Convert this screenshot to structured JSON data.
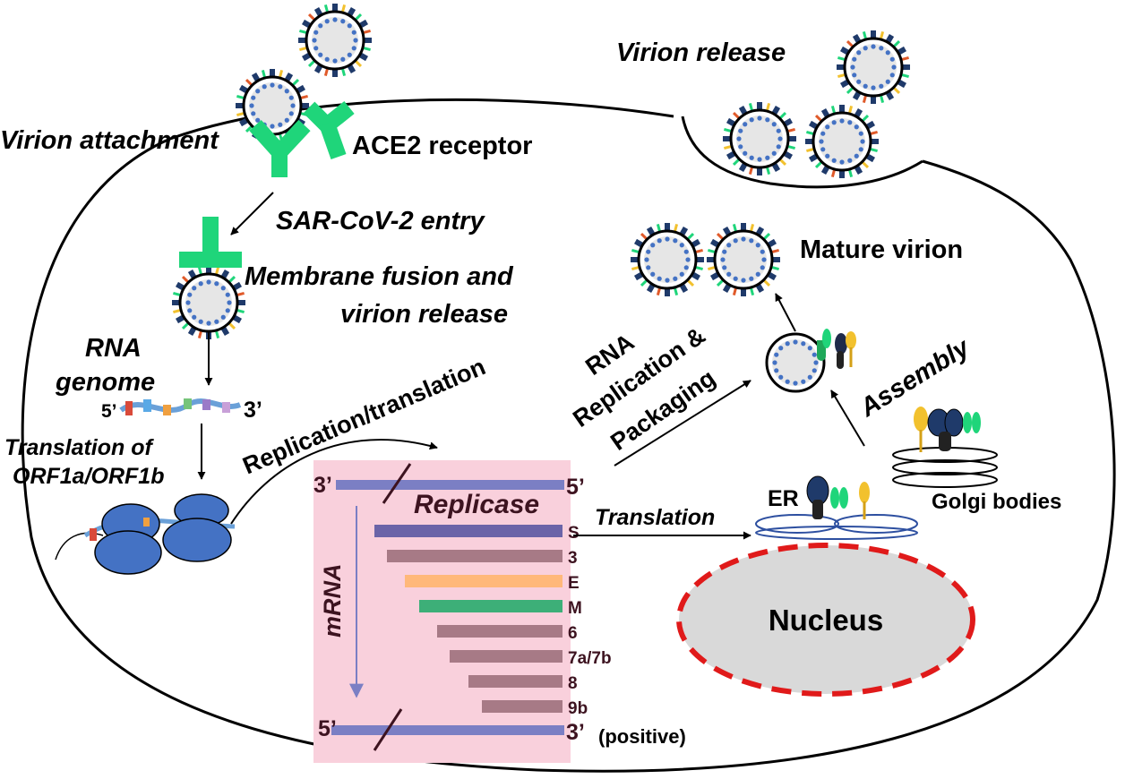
{
  "labels": {
    "virion_attachment": "Virion attachment",
    "ace2_receptor": "ACE2 receptor",
    "virion_release_top": "Virion release",
    "sarcov2_entry": "SAR-CoV-2 entry",
    "membrane_fusion_line1": "Membrane fusion and",
    "membrane_fusion_line2": "virion release",
    "rna_genome_line1": "RNA",
    "rna_genome_line2": "genome",
    "five_prime": "5’",
    "three_prime": "3’",
    "translation_of_line1": "Translation of",
    "translation_of_line2": "ORF1a/ORF1b",
    "replication_translation": "Replication/translation",
    "rna_rep_line1": "RNA",
    "rna_rep_line2": "Replication &",
    "rna_rep_line3": "Packaging",
    "mature_virion": "Mature virion",
    "assembly": "Assembly",
    "golgi_bodies": "Golgi bodies",
    "er": "ER",
    "translation": "Translation",
    "nucleus": "Nucleus",
    "replicase": "Replicase",
    "mrna": "mRNA",
    "positive": "(positive)"
  },
  "replicase_box": {
    "top_left": "3’",
    "top_right": "5’",
    "bottom_left": "5’",
    "bottom_right": "3’",
    "genes": [
      {
        "name": "S",
        "color": "#6b64a8"
      },
      {
        "name": "3",
        "color": "#a77a86"
      },
      {
        "name": "E",
        "color": "#ffb87a"
      },
      {
        "name": "M",
        "color": "#3daf78"
      },
      {
        "name": "6",
        "color": "#a77a86"
      },
      {
        "name": "7a/7b",
        "color": "#a77a86"
      },
      {
        "name": "8",
        "color": "#a77a86"
      },
      {
        "name": "9b",
        "color": "#a77a86"
      }
    ]
  },
  "colors": {
    "receptor": "#1fd57a",
    "box_bg": "#f9d0dc",
    "strand": "#7b7fc4",
    "nucleus_border": "#e01a1a",
    "nucleus_fill": "#d9d9d9",
    "ribosome": "#4472c4",
    "er": "#2d4fa0",
    "mrna_arrow": "#7b7fc4"
  }
}
